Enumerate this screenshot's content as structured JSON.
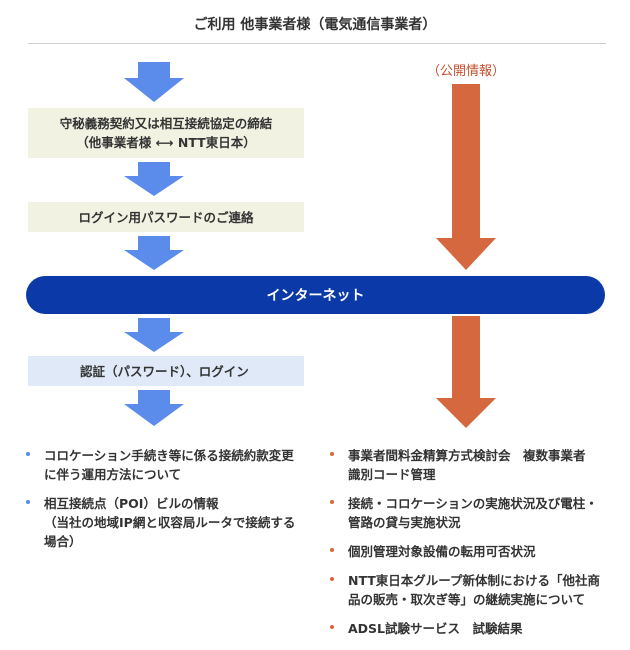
{
  "header": {
    "title": "ご利用 他事業者様（電気通信事業者）"
  },
  "public_label": "（公開情報）",
  "steps": {
    "confidentiality": {
      "line1": "守秘義務契約又は相互接続協定の締結",
      "line2": "（他事業者様 ⟷ NTT東日本）"
    },
    "password_contact": "ログイン用パスワードのご連絡",
    "auth": "認証（パスワード）、ログイン"
  },
  "internet_bar": "インターネット",
  "left_items": [
    {
      "line1": "コロケーション手続き等に係る接続約款変更",
      "line2": "に伴う運用方法について"
    },
    {
      "line1": "相互接続点（POI）ビルの情報",
      "line2": "（当社の地域IP網と収容局ルータで接続する",
      "line3": "場合）"
    }
  ],
  "right_items": [
    {
      "line1": "事業者間料金精算方式検討会　複数事業者",
      "line2": "識別コード管理"
    },
    {
      "line1": "接続・コロケーションの実施状況及び電柱・",
      "line2": "管路の貸与実施状況"
    },
    {
      "line1": "個別管理対象設備の転用可否状況"
    },
    {
      "line1": "NTT東日本グループ新体制における「他社商",
      "line2": "品の販売・取次ぎ等」の継続実施について"
    },
    {
      "line1": "ADSL試験サービス　試験結果"
    }
  ],
  "colors": {
    "blue_arrow": "#5b8cec",
    "orange_arrow": "#d6683f",
    "internet_bar": "#0b3aa8",
    "step_beige": "#f2f2e2",
    "step_blue": "#dfe9f7"
  }
}
